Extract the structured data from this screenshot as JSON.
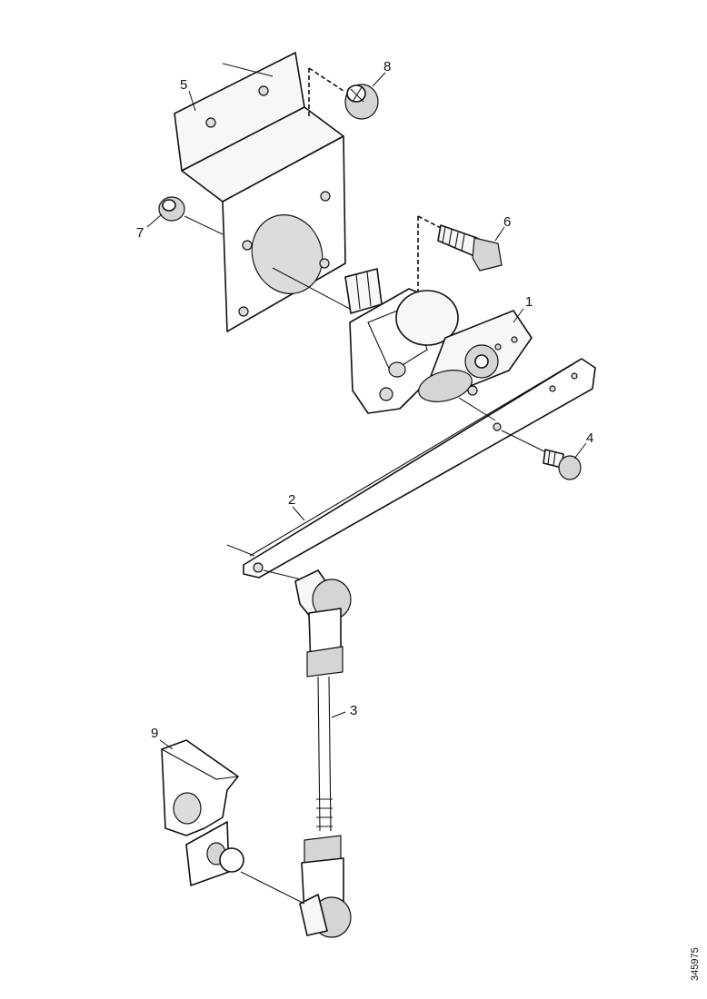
{
  "diagram": {
    "callouts": [
      {
        "id": "label-1",
        "text": "1"
      },
      {
        "id": "label-2",
        "text": "2"
      },
      {
        "id": "label-3",
        "text": "3"
      },
      {
        "id": "label-4",
        "text": "4"
      },
      {
        "id": "label-5",
        "text": "5"
      },
      {
        "id": "label-6",
        "text": "6"
      },
      {
        "id": "label-7",
        "text": "7"
      },
      {
        "id": "label-8",
        "text": "8"
      },
      {
        "id": "label-9",
        "text": "9"
      }
    ],
    "document_id": "345975"
  }
}
